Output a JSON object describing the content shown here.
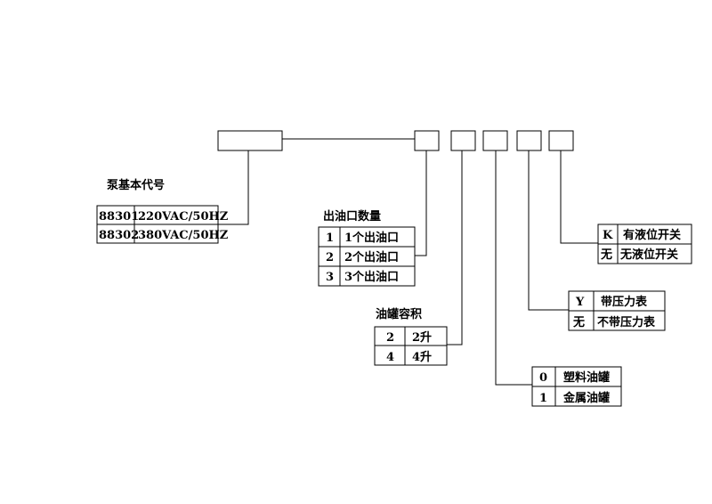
{
  "code_boxes": 6,
  "pump": {
    "title": "泵基本代号",
    "rows": [
      {
        "code": "88301",
        "desc": "220VAC/50HZ"
      },
      {
        "code": "88302",
        "desc": "380VAC/50HZ"
      }
    ]
  },
  "outlets": {
    "title": "出油口数量",
    "rows": [
      {
        "code": "1",
        "desc": "1个出油口"
      },
      {
        "code": "2",
        "desc": "2个出油口"
      },
      {
        "code": "3",
        "desc": "3个出油口"
      }
    ]
  },
  "tank": {
    "title": "油罐容积",
    "rows": [
      {
        "code": "2",
        "desc": "2升"
      },
      {
        "code": "4",
        "desc": "4升"
      }
    ]
  },
  "tank_material": {
    "rows": [
      {
        "code": "0",
        "desc": "塑料油罐"
      },
      {
        "code": "1",
        "desc": "金属油罐"
      }
    ]
  },
  "pressure_gauge": {
    "rows": [
      {
        "code": "Y",
        "desc": "带压力表"
      },
      {
        "code": "无",
        "desc": "不带压力表"
      }
    ]
  },
  "level_switch": {
    "rows": [
      {
        "code": "K",
        "desc": "有液位开关"
      },
      {
        "code": "无",
        "desc": "无液位开关"
      }
    ]
  }
}
